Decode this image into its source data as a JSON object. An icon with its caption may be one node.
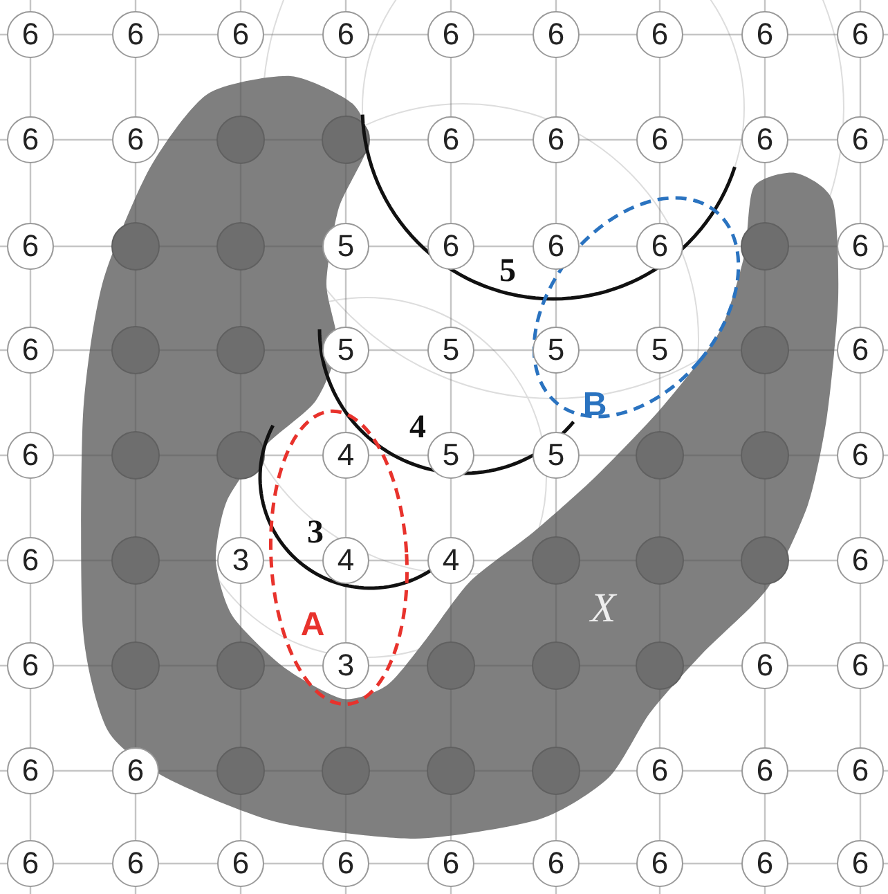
{
  "diagram": {
    "labels": [
      "6",
      "6",
      "6",
      "6",
      "6",
      "6",
      "6",
      "6",
      "6",
      "6",
      "6",
      "6",
      "6",
      "6",
      "6",
      "6",
      "6",
      "5",
      "6",
      "6",
      "6",
      "6",
      "5",
      "6",
      "5",
      "5",
      "5",
      "5",
      "6",
      "B",
      "6",
      "4",
      "4",
      "5",
      "5",
      "6",
      "3",
      "6",
      "3",
      "4",
      "4",
      "6",
      "X",
      "A",
      "6",
      "3",
      "6",
      "6",
      "6",
      "6",
      "6",
      "6",
      "6",
      "6",
      "6",
      "6",
      "6",
      "6",
      "6",
      "6",
      "6",
      "6"
    ]
  }
}
